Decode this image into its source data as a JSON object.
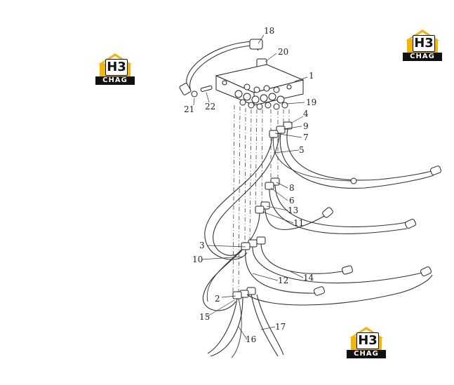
{
  "watermark": {
    "mark_text": "H3",
    "word_text": "CHAG",
    "colors": {
      "roof": "#f2b705",
      "text": "#111111",
      "band": "#111111"
    }
  },
  "callouts": [
    "1",
    "2",
    "3",
    "4",
    "5",
    "6",
    "7",
    "8",
    "9",
    "10",
    "11",
    "12",
    "13",
    "14",
    "15",
    "16",
    "17",
    "18",
    "19",
    "20",
    "21",
    "22"
  ]
}
